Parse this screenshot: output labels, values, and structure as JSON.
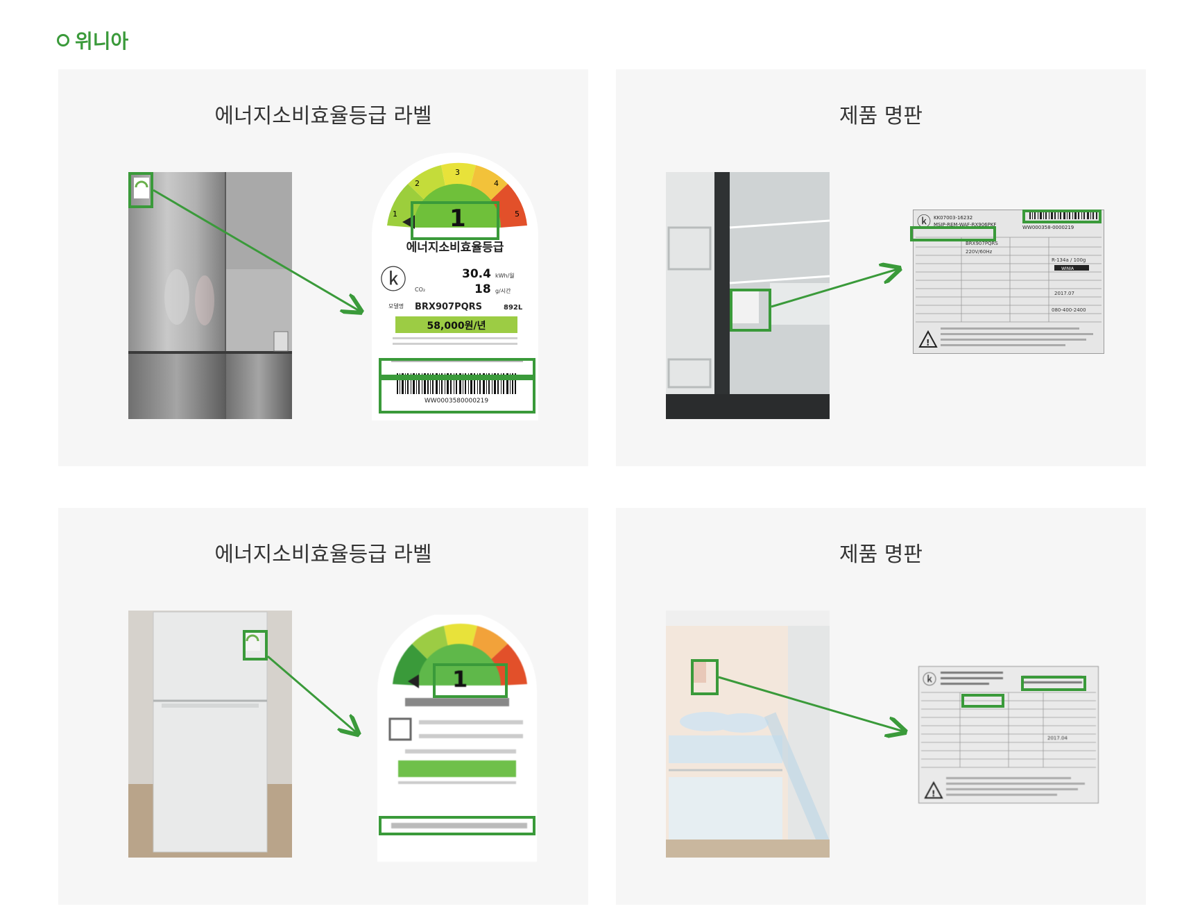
{
  "section": {
    "title": "위니아"
  },
  "panels": [
    {
      "title": "에너지소비효율등급 라벨",
      "label": {
        "grade_numbers": [
          "1",
          "2",
          "3",
          "4",
          "5"
        ],
        "grade": "1",
        "heading": "에너지소비효율등급",
        "kwh_value": "30.4",
        "kwh_unit": "kWh/월",
        "co2_label": "CO₂",
        "co2_value": "18",
        "co2_unit": "g/시간",
        "model_prefix": "모델명",
        "model": "BRX907PQRS",
        "capacity": "892L",
        "cost": "58,000원/년",
        "barcode": "WW0003580000219"
      }
    },
    {
      "title": "제품 명판",
      "plate": {
        "code": "KK07003-16232",
        "code2": "MSIP-REM-WAF-RX906PKF",
        "model": "BRX907PQRS",
        "serial": "WW000358-0000219",
        "rating": "220V/60Hz",
        "gas": "R-134a / 100g",
        "date": "2017.07",
        "phone": "080-400-2400",
        "brand": "WINIA"
      }
    },
    {
      "title": "에너지소비효율등급 라벨",
      "label": {
        "grade": "1"
      }
    },
    {
      "title": "제품 명판",
      "plate": {
        "date": "2017.04"
      }
    }
  ]
}
